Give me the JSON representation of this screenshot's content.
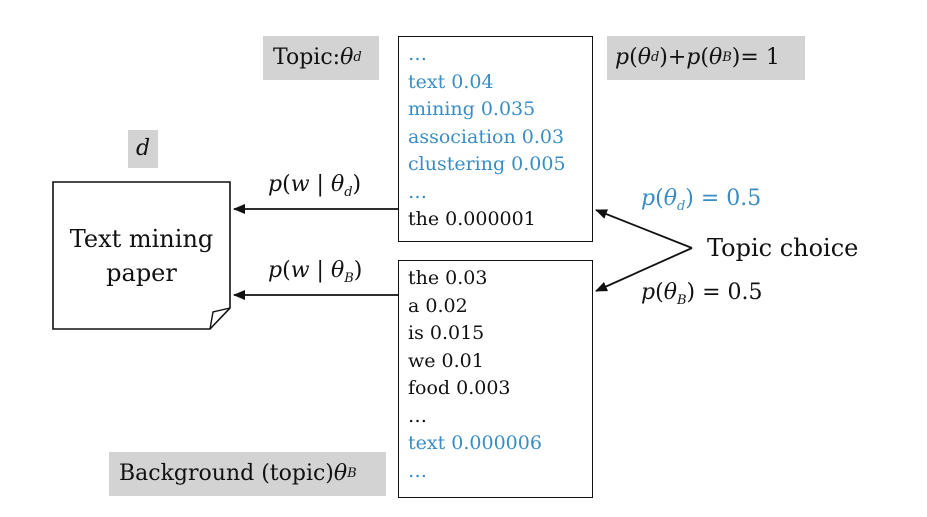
{
  "topic_label": {
    "prefix": "Topic: ",
    "symbol": "θ",
    "sub": "d"
  },
  "background_label": {
    "prefix": "Background (topic) ",
    "symbol": "θ",
    "sub": "B"
  },
  "constraint": {
    "p": "p",
    "theta": "θ",
    "sub1": "d",
    "sub2": "B",
    "plus": " + ",
    "equals": " = 1"
  },
  "document": {
    "var": "d",
    "title_line1": "Text mining",
    "title_line2": "paper"
  },
  "topic_words": [
    {
      "text": "…",
      "highlight": true
    },
    {
      "text": "text 0.04",
      "highlight": true
    },
    {
      "text": "mining 0.035",
      "highlight": true
    },
    {
      "text": "association 0.03",
      "highlight": true
    },
    {
      "text": "clustering 0.005",
      "highlight": true
    },
    {
      "text": "…",
      "highlight": true
    },
    {
      "text": "the 0.000001",
      "highlight": false
    }
  ],
  "background_words": [
    {
      "text": "the 0.03",
      "highlight": false
    },
    {
      "text": "a 0.02",
      "highlight": false
    },
    {
      "text": "is 0.015",
      "highlight": false
    },
    {
      "text": "we 0.01",
      "highlight": false
    },
    {
      "text": "food 0.003",
      "highlight": false
    },
    {
      "text": "…",
      "highlight": false
    },
    {
      "text": "text 0.000006",
      "highlight": true
    },
    {
      "text": "…",
      "highlight": true
    }
  ],
  "arrow_top_label": {
    "p": "p",
    "w": "w",
    "bar": " | ",
    "theta": "θ",
    "sub": "d"
  },
  "arrow_bottom_label": {
    "p": "p",
    "w": "w",
    "bar": " | ",
    "theta": "θ",
    "sub": "B"
  },
  "choice": {
    "label": "Topic choice",
    "p_top": {
      "p": "p",
      "theta": "θ",
      "sub": "d",
      "value": " = 0.5"
    },
    "p_bottom": {
      "p": "p",
      "theta": "θ",
      "sub": "B",
      "value": " = 0.5"
    }
  },
  "colors": {
    "highlight": "#3a8dc4",
    "label_bg": "#d3d3d3",
    "stroke": "#111111"
  }
}
